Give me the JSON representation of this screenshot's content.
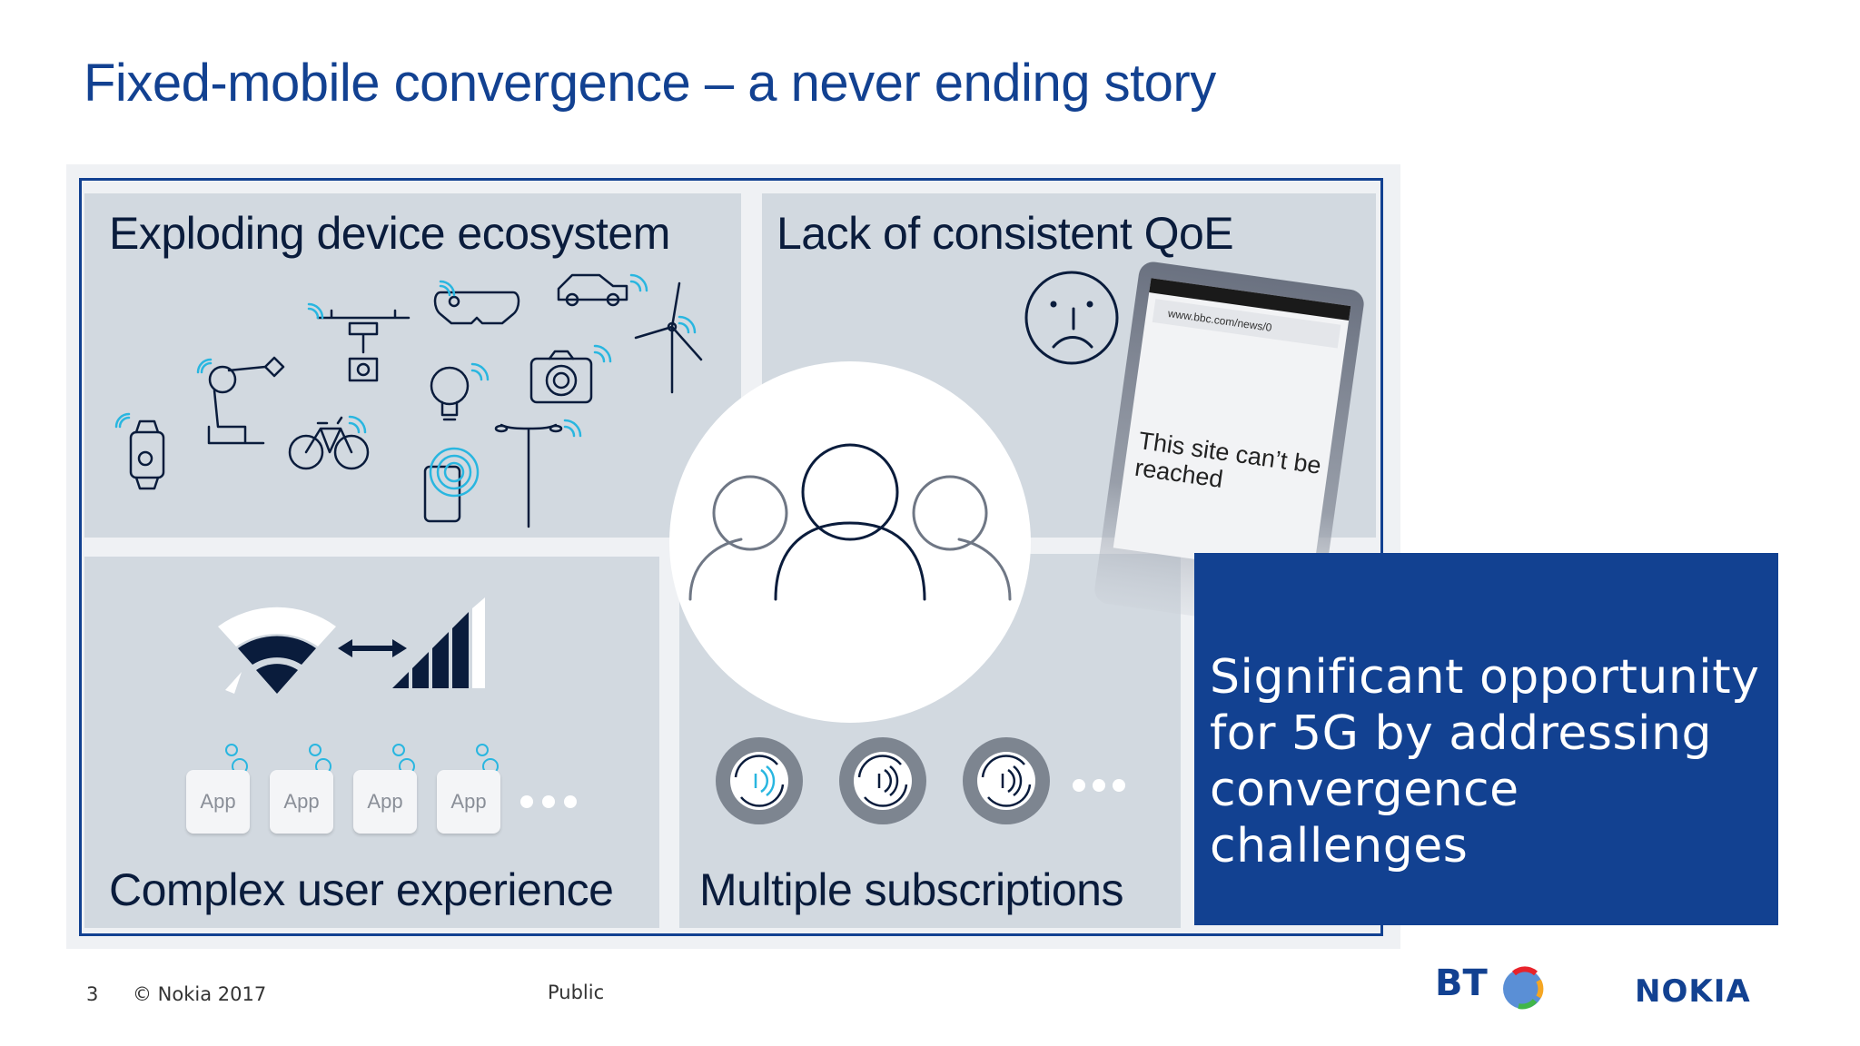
{
  "title": "Fixed-mobile convergence – a never ending story",
  "panels": {
    "top_left": "Exploding device ecosystem",
    "top_right": "Lack of consistent QoE",
    "bottom_left": "Complex user experience",
    "bottom_right": "Multiple subscriptions"
  },
  "phone": {
    "url": "www.bbc.com/news/0",
    "message_line1": "This site can’t be",
    "message_line2": "reached"
  },
  "apps": [
    "App",
    "App",
    "App",
    "App"
  ],
  "callout": "Significant opportunity for 5G by addressing convergence challenges",
  "footer": {
    "page_number": "3",
    "copyright": "© Nokia 2017",
    "classification": "Public"
  },
  "logos": {
    "bt": "BT",
    "nokia": "NOKIA"
  },
  "icons": [
    "smartwatch-icon",
    "robot-arm-icon",
    "drone-icon",
    "vr-headset-icon",
    "car-icon",
    "wind-turbine-icon",
    "bicycle-icon",
    "light-bulb-icon",
    "camera-icon",
    "smartphone-icon",
    "street-lamp-icon",
    "sad-face-icon",
    "users-group-icon",
    "wifi-icon",
    "double-arrow-icon",
    "cellular-signal-icon",
    "gear-icon",
    "sync-gear-icon"
  ],
  "colors": {
    "brand_blue": "#124191",
    "panel_gray": "#d2d9e0",
    "wireless_cyan": "#29b6e0"
  }
}
